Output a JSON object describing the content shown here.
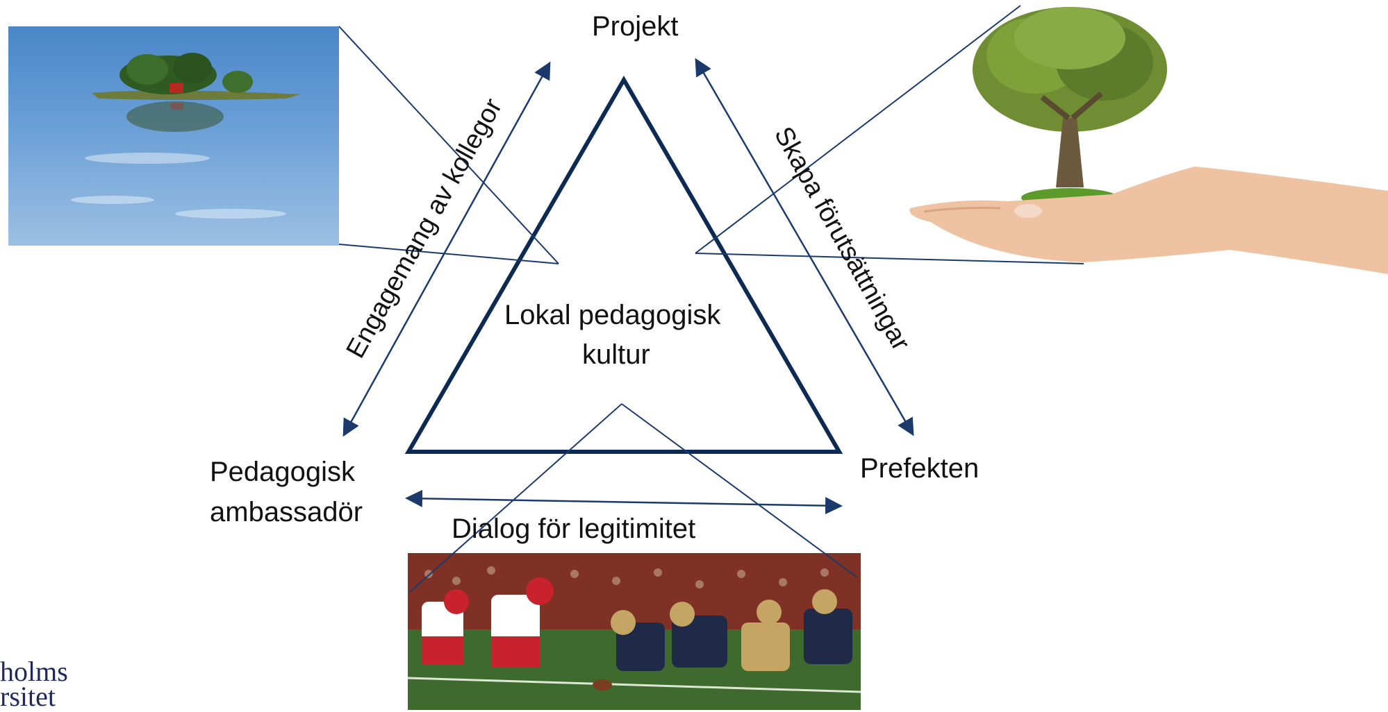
{
  "nodes": {
    "top": "Projekt",
    "left_line1": "Pedagogisk",
    "left_line2": "ambassadör",
    "right": "Prefekten",
    "center_line1": "Lokal pedagogisk",
    "center_line2": "kultur"
  },
  "edges": {
    "left": "Engagemang av kollegor",
    "right": "Skapa förutsättningar",
    "bottom": "Dialog för legitimitet"
  },
  "logo": {
    "line1": "holms",
    "line2": "rsitet"
  },
  "colors": {
    "triangle": "#0d2a52",
    "arrows": "#1b3a6b"
  },
  "images": {
    "top_left": "island-in-lake-photo",
    "top_right": "hand-holding-tree-photo",
    "bottom": "american-football-lineup-photo"
  }
}
